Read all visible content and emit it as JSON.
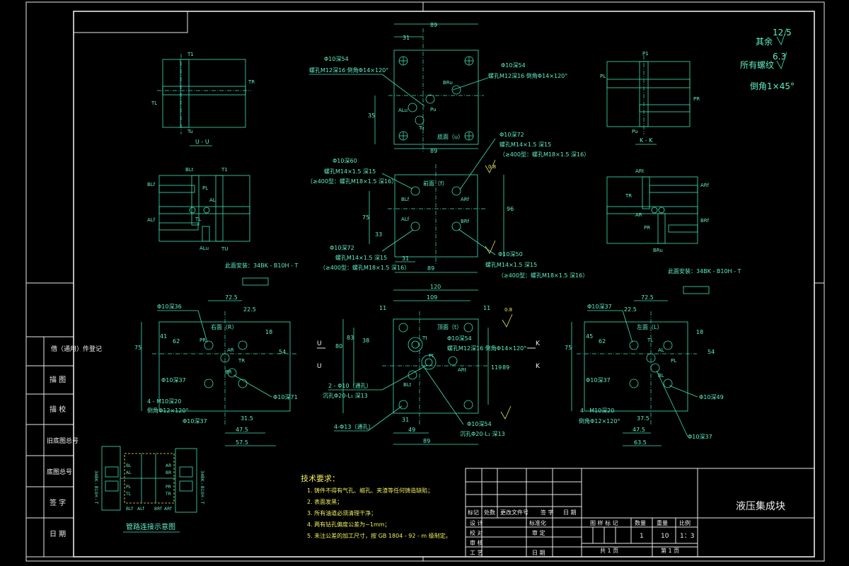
{
  "sidebar": {
    "rows": [
      "借（通用）件登记",
      "描 图",
      "描 校",
      "旧底图总号",
      "底图总号",
      "签 字",
      "日 期"
    ]
  },
  "title_block": {
    "drawing_name": "液压集成块",
    "header_row": [
      "标记",
      "处数",
      "更改文件号",
      "签 字",
      "日 期"
    ],
    "roles": [
      "设 计",
      "校 对",
      "审 核",
      "工 艺"
    ],
    "standardization": "标准化",
    "approval": "审 定",
    "date": "日 期",
    "stage_mark": "图 样 标 记",
    "qty_label": "数量",
    "weight_label": "重量",
    "scale_label": "比例",
    "qty": "1",
    "weight": "10",
    "scale": "1：3",
    "total_sheets": "共 1 页",
    "sheet_no": "第 1 页"
  },
  "tech_req": {
    "heading": "技术要求：",
    "items": [
      "1. 铸件不得有气孔、缩孔、夹渣等任何铸造缺陷；",
      "2. 表面发黑；",
      "3. 所有油道必须清理干净；",
      "4. 两有钻孔偏度公差为~1mm；",
      "5. 未注公差的加工尺寸，按 GB 1804 - 92 - m 级制定。"
    ]
  },
  "surface_notes": {
    "rough1": "12.5",
    "rest": "其余",
    "rough2": "6.3",
    "threads": "所有螺纹",
    "chamfer": "倒角1×45°"
  },
  "section_views": {
    "uu": {
      "label": "U - U",
      "ports": [
        "T1",
        "TR",
        "TL",
        "Tu"
      ]
    },
    "kk": {
      "label": "K - K",
      "ports": [
        "P1",
        "PL",
        "PR",
        "Pu"
      ]
    },
    "left_mid": {
      "ports": [
        "BLt",
        "T1",
        "BLf",
        "PL",
        "AL",
        "ALf",
        "TL",
        "ALu",
        "TU"
      ]
    },
    "right_mid": {
      "ports": [
        "ARt",
        "ARf",
        "TR",
        "PR",
        "AR",
        "BRf",
        "BRu"
      ]
    }
  },
  "top_view": {
    "title": "底面（u）",
    "dims": [
      "89",
      "31",
      "89",
      "35"
    ],
    "notes": [
      "Φ10深54",
      "螺孔M12深16 倒角Φ14×120°",
      "Φ10深54",
      "螺孔M12深16 倒角Φ14×120°"
    ],
    "ports": [
      "BRu",
      "ALu",
      "Pu",
      "Tu"
    ]
  },
  "front_view": {
    "title": "前面（f）",
    "dims": [
      "96",
      "75",
      "33",
      "31",
      "89"
    ],
    "notes": [
      "Φ10深72",
      "螺孔M14×1.5 深15",
      "（≥400型：螺孔M18×1.5 深16）",
      "Φ10深60",
      "螺孔M14×1.5 深15",
      "（≥400型：螺孔M18×1.5 深16）",
      "Φ10深72",
      "螺孔M14×1.5 深15",
      "（≥400型：螺孔M18×1.5 深16）",
      "Φ10深50",
      "螺孔M14×1.5 深15",
      "（≥400型：螺孔M18×1.5 深16）"
    ],
    "ports": [
      "BLf",
      "ARf",
      "ALf",
      "BRf"
    ],
    "rough": "0.8"
  },
  "top_face": {
    "title": "顶面（t）",
    "dims": [
      "120",
      "109",
      "11",
      "11",
      "80",
      "83",
      "38",
      "119",
      "89",
      "31",
      "49",
      "89"
    ],
    "notes": [
      "Φ10深54",
      "螺孔M12深16 倒角Φ14×120°",
      "2 - Φ10（通孔）",
      "沉孔Φ20-L₁ 深13",
      "4-Φ13（通孔）",
      "Φ10深54",
      "沉孔Φ20-L₁ 深13"
    ],
    "ports": [
      "Tt",
      "ARt",
      "BLt",
      "Pt"
    ],
    "rough": "0.8",
    "section_marks": [
      "U",
      "U",
      "K",
      "K"
    ]
  },
  "right_face": {
    "title": "右面（R）",
    "install": "此面安装：34BK - B10H - T",
    "dims": [
      "72.5",
      "22.5",
      "75",
      "41",
      "18",
      "54",
      "62",
      "31.5",
      "47.5",
      "57.5"
    ],
    "notes": [
      "Φ10深36",
      "Φ10深37",
      "4 - M10深20",
      "倒角Φ12×120°",
      "Φ10深37",
      "Φ10深71"
    ],
    "ports": [
      "PR",
      "AR",
      "TR",
      "BR"
    ]
  },
  "left_face": {
    "title": "左面（L）",
    "install": "此面安装：34BK - B10H - T",
    "dims": [
      "72.5",
      "22.5",
      "75",
      "45",
      "18",
      "54",
      "62",
      "37.5",
      "47.5",
      "63.5"
    ],
    "notes": [
      "Φ10深37",
      "Φ10深37",
      "4 - M10深20",
      "倒角Φ12×120°",
      "Φ10深49",
      "Φ10深37"
    ],
    "ports": [
      "TL",
      "AL",
      "PL",
      "BL"
    ]
  },
  "schematic": {
    "title": "管路连接示意图",
    "labels": [
      "34BK - B10H - T",
      "34BK - B10H - T",
      "BL",
      "AL",
      "AR",
      "BR",
      "PL",
      "TL",
      "PR",
      "TR",
      "BLf",
      "ALf",
      "BRf",
      "ARf"
    ]
  }
}
